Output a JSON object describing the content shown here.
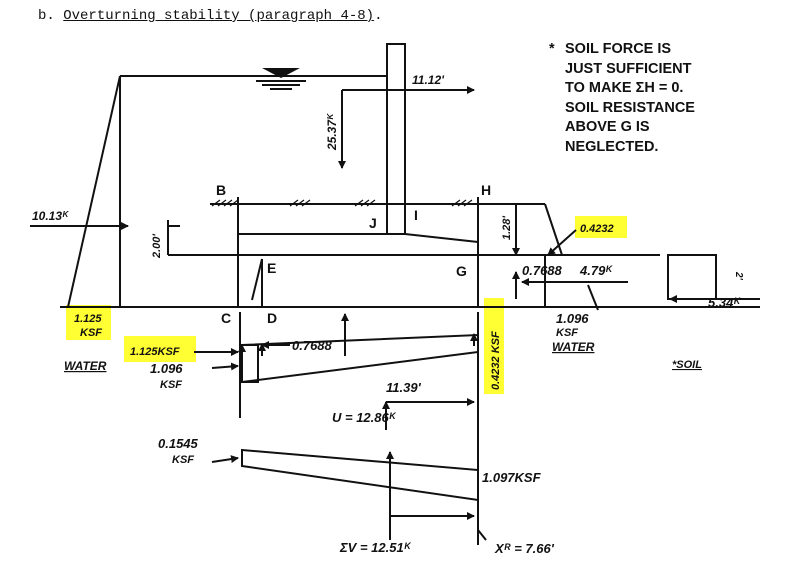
{
  "heading": {
    "prefix": "b.",
    "title": "Overturning stability (paragraph 4-8)",
    "suffix": "."
  },
  "note": {
    "star": "*",
    "lines": [
      "SOIL FORCE IS",
      "JUST SUFFICIENT",
      "TO MAKE ΣH = 0.",
      "SOIL RESISTANCE",
      "ABOVE G IS",
      "NEGLECTED."
    ]
  },
  "points": {
    "B": "B",
    "H": "H",
    "J": "J",
    "I": "I",
    "E": "E",
    "G": "G",
    "C": "C",
    "D": "D"
  },
  "labels": {
    "dist_11_12": "11.12'",
    "force_25_37": "25.37ᴷ",
    "force_10_13": "10.13ᴷ",
    "dim_2_00": "2.00'",
    "dim_1_28": "1.28'",
    "dim_2": "2'",
    "val_0_4232_right": "0.4232",
    "val_0_7688_right": "0.7688",
    "force_4_79": "4.79ᴷ",
    "force_5_34": "5.34ᴷ",
    "water_ksf_value": "1.125",
    "ksf": "KSF",
    "water": "WATER",
    "uplift_left": "1.125KSF",
    "val_1_096_left": "1.096",
    "val_0_7688_mid": "0.7688",
    "ksf_0_4232_vertical": "0.4232 KSF",
    "val_1_096_right": "1.096",
    "soil": "*SOIL",
    "dist_11_39": "11.39'",
    "uplift_total": "U = 12.86ᴷ",
    "val_0_1545": "0.1545",
    "val_1_097": "1.097KSF",
    "sum_v": "ΣV = 12.51ᴷ",
    "x_r": "Xᴿ = 7.66'"
  },
  "highlights": {
    "color": "#ffff33"
  }
}
